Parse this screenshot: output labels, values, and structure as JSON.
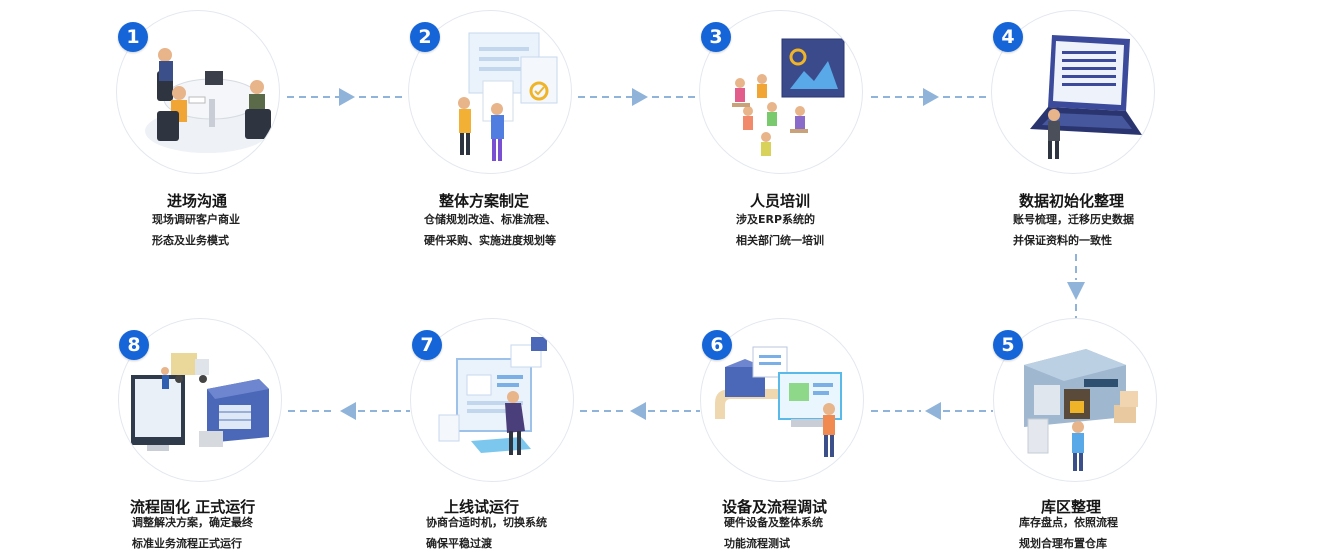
{
  "steps": [
    {
      "number": "1",
      "title": "进场沟通",
      "lines": [
        "现场调研客户商业",
        "形态及业务模式"
      ],
      "illustration": "meeting-table-icon"
    },
    {
      "number": "2",
      "title": "整体方案制定",
      "lines": [
        "仓储规划改造、标准流程、",
        "硬件采购、实施进度规划等"
      ],
      "illustration": "planning-board-icon"
    },
    {
      "number": "3",
      "title": "人员培训",
      "lines": [
        "涉及ERP系统的",
        "相关部门统一培训"
      ],
      "illustration": "training-class-icon"
    },
    {
      "number": "4",
      "title": "数据初始化整理",
      "lines": [
        "账号梳理，迁移历史数据",
        "并保证资料的一致性"
      ],
      "illustration": "laptop-data-icon"
    },
    {
      "number": "5",
      "title": "库区整理",
      "lines": [
        "库存盘点，依照流程",
        "规划合理布置仓库"
      ],
      "illustration": "warehouse-icon"
    },
    {
      "number": "6",
      "title": "设备及流程调试",
      "lines": [
        "硬件设备及整体系统",
        "功能流程测试"
      ],
      "illustration": "conveyor-test-icon"
    },
    {
      "number": "7",
      "title": "上线试运行",
      "lines": [
        "协商合适时机，切换系统",
        "确保平稳过渡"
      ],
      "illustration": "launch-screen-icon"
    },
    {
      "number": "8",
      "title": "流程固化 正式运行",
      "lines": [
        "调整解决方案，确定最终",
        "标准业务流程正式运行"
      ],
      "illustration": "delivery-warehouse-icon"
    }
  ],
  "colors": {
    "badge": "#1565d8",
    "arrow": "#8fb3d9",
    "circle_border": "#e3e8ee"
  }
}
